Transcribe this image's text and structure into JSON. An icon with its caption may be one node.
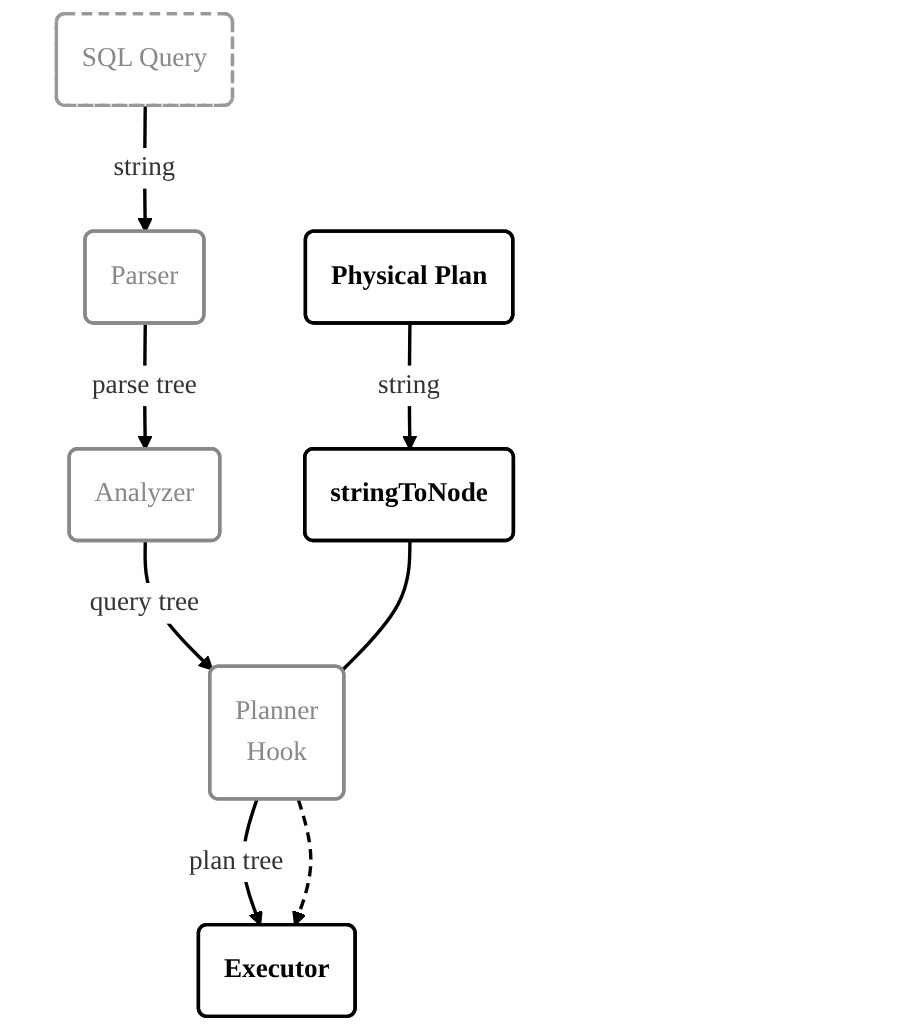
{
  "diagram": {
    "nodes": [
      {
        "text": [
          "SQL Query"
        ]
      },
      {
        "text": [
          "Parser"
        ]
      },
      {
        "text": [
          "Analyzer"
        ]
      },
      {
        "text": [
          "Physical Plan"
        ]
      },
      {
        "text": [
          "Planner",
          "Hook"
        ]
      },
      {
        "text": [
          "stringToNode"
        ]
      },
      {
        "text": [
          "Executor"
        ]
      }
    ],
    "edges": [
      {
        "from": 0,
        "to": 1,
        "label": "string",
        "arrow": "to"
      },
      {
        "from": 1,
        "to": 2,
        "label": "parse tree",
        "arrow": "to"
      },
      {
        "from": 2,
        "to": 4,
        "label": "query tree",
        "arrow": "to"
      },
      {
        "from": 3,
        "to": 5,
        "label": "string",
        "arrow": "to"
      },
      {
        "from": 5,
        "to": 4,
        "arrow": "none"
      },
      {
        "from": 4,
        "to": 6,
        "label": "plan tree",
        "arrow": "to"
      },
      {
        "from": 4,
        "to": 6,
        "arrow": "to",
        "style": "dashed"
      }
    ]
  }
}
